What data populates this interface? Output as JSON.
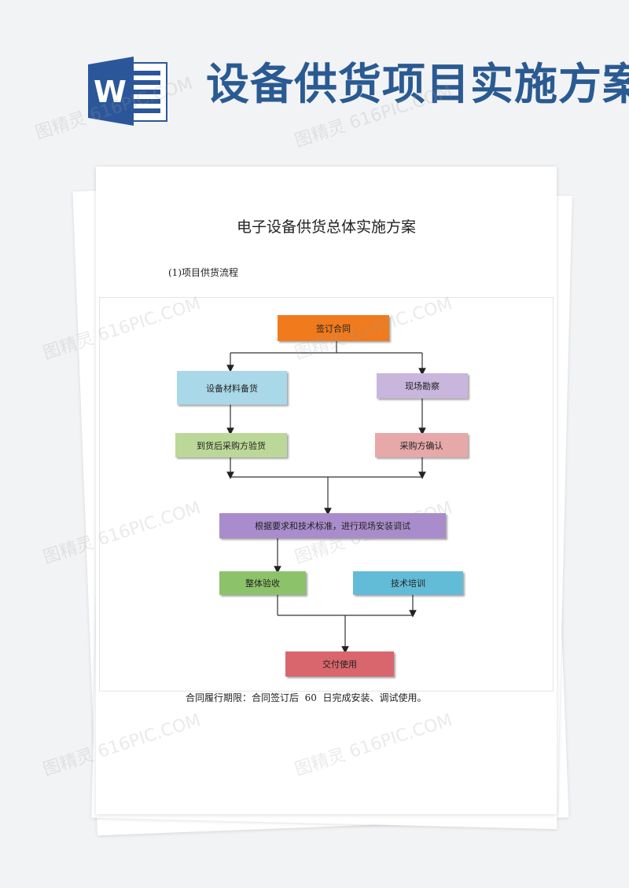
{
  "banner": {
    "logo_letter": "W",
    "title": "设备供货项目实施方案",
    "colors": {
      "logo_blue": "#2b579a",
      "title_blue": "#2a5a92"
    }
  },
  "document": {
    "title": "电子设备供货总体实施方案",
    "section_label": "(1)项目供货流程",
    "footer": "合同履行期限：合同签订后  60  日完成安装、调试使用。"
  },
  "flowchart": {
    "nodes": {
      "sign_contract": {
        "label": "签订合同",
        "color": "#f07a1e"
      },
      "material_prep": {
        "label": "设备材料备货",
        "color": "#a9d8e8"
      },
      "site_survey": {
        "label": "现场勘察",
        "color": "#c9b6dc"
      },
      "acceptance_on_arrival": {
        "label": "到货后采购方验货",
        "color": "#bcd898"
      },
      "buyer_confirm": {
        "label": "采购方确认",
        "color": "#e6a8a8"
      },
      "install_debug": {
        "label": "根据要求和技术标准，进行现场安装调试",
        "color": "#a98ccc"
      },
      "overall_acceptance": {
        "label": "整体验收",
        "color": "#8cc36a"
      },
      "tech_training": {
        "label": "技术培训",
        "color": "#62bcd8"
      },
      "handover": {
        "label": "交付使用",
        "color": "#d9666c"
      }
    }
  },
  "watermark": {
    "text": "图精灵 616PIC.COM"
  }
}
